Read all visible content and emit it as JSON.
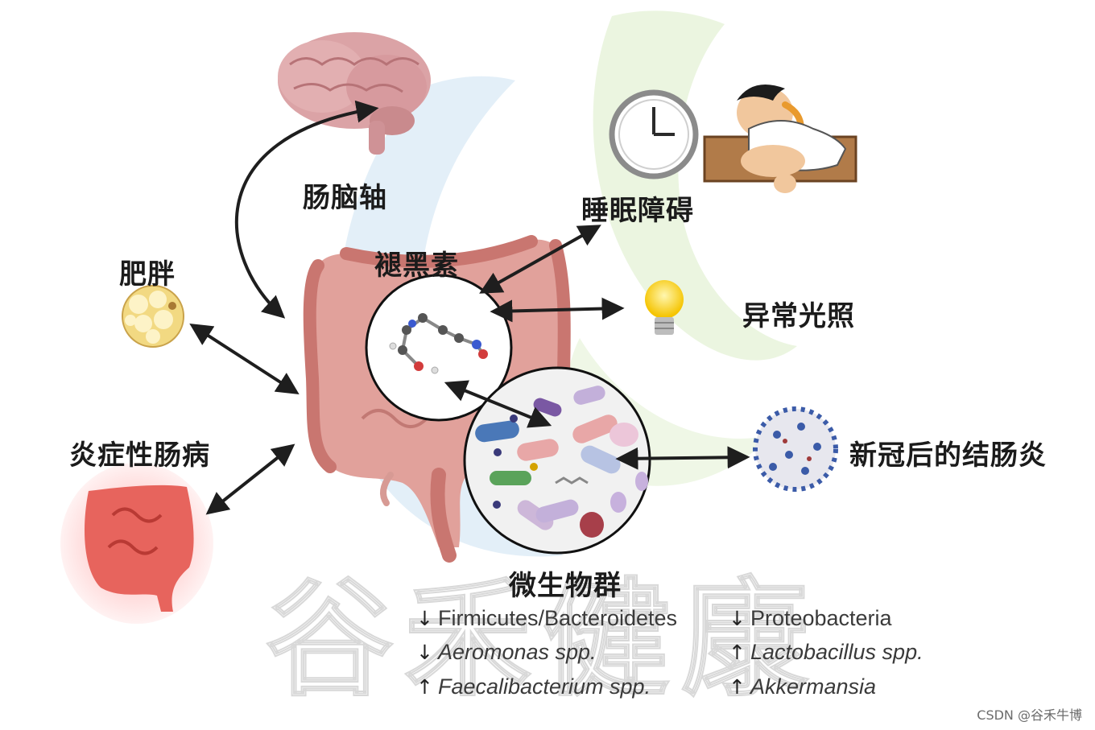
{
  "labels": {
    "gut_brain_axis": "肠脑轴",
    "sleep_disorder": "睡眠障碍",
    "melatonin": "褪黑素",
    "obesity": "肥胖",
    "abnormal_light": "异常光照",
    "ibd": "炎症性肠病",
    "post_covid_colitis": "新冠后的结肠炎",
    "microbiota": "微生物群"
  },
  "taxa": [
    {
      "arrow": "↓",
      "name": "Firmicutes/Bacteroidetes",
      "italic": false
    },
    {
      "arrow": "↓",
      "name": "Proteobacteria",
      "italic": false
    },
    {
      "arrow": "↓",
      "name": "Aeromonas spp.",
      "italic": true
    },
    {
      "arrow": "↑",
      "name": "Lactobacillus spp.",
      "italic": true
    },
    {
      "arrow": "↑",
      "name": "Faecalibacterium spp.",
      "italic": true
    },
    {
      "arrow": "↑",
      "name": "Akkermansia",
      "italic": true
    }
  ],
  "watermark": "谷禾健康",
  "credit": "CSDN @谷禾牛博",
  "colors": {
    "intestine": "#d98a84",
    "brain": "#dba3a6",
    "leaf_green": "#e4f1d6",
    "leaf_blue": "#d9e9f6",
    "arrow": "#1e1e1e",
    "fat_cell": "#f3dc8e",
    "virus": "#3b5ba8",
    "ibd_red": "#e0463f"
  }
}
